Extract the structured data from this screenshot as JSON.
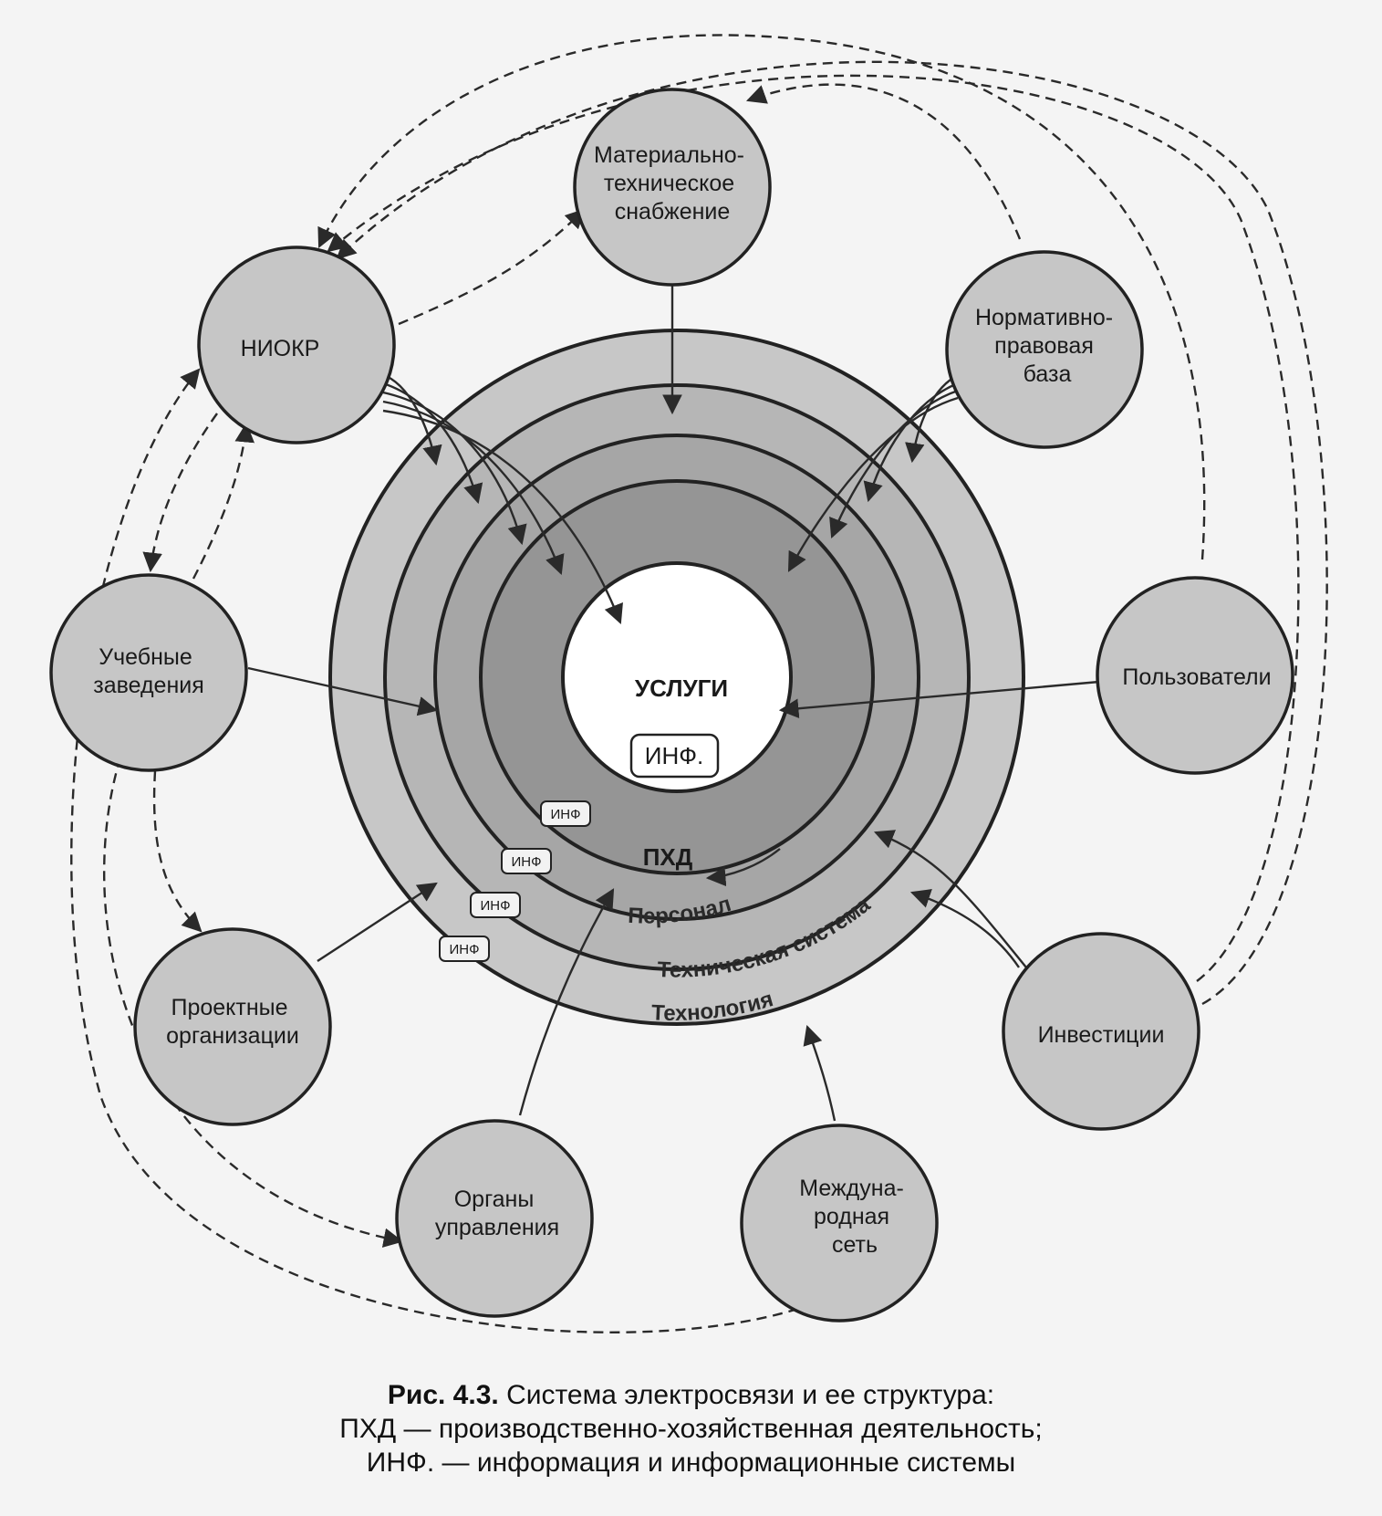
{
  "nodes": {
    "mts": [
      "Материально-",
      "техническое",
      "снабжение"
    ],
    "niokr": [
      "НИОКР"
    ],
    "npb": [
      "Нормативно-",
      "правовая",
      "база"
    ],
    "users": [
      "Пользователи"
    ],
    "edu": [
      "Учебные",
      "заведения"
    ],
    "proj": [
      "Проектные",
      "организации"
    ],
    "gov": [
      "Органы",
      "управления"
    ],
    "intl": [
      "Междуна-",
      "родная",
      "сеть"
    ],
    "inv": [
      "Инвестиции"
    ]
  },
  "center": {
    "services": "УСЛУГИ",
    "inf_main": "ИНФ.",
    "phd": "ПХД"
  },
  "rings": {
    "personnel": "Персонал",
    "tech_system": "Техническая система",
    "technology": "Технология"
  },
  "inf_tag": "ИНФ",
  "colors": {
    "ring_technology": "#c7c7c7",
    "ring_tech_system": "#b6b6b6",
    "ring_personnel": "#a6a6a6",
    "ring_phd": "#959595",
    "node_fill": "#c6c6c6",
    "line": "#2a2a2a"
  },
  "caption": {
    "fig_num": "Рис. 4.3.",
    "title": " Система электросвязи и ее структура:",
    "line2": "ПХД — производственно-хозяйственная деятельность;",
    "line3": "ИНФ. — информация и информационные системы"
  }
}
